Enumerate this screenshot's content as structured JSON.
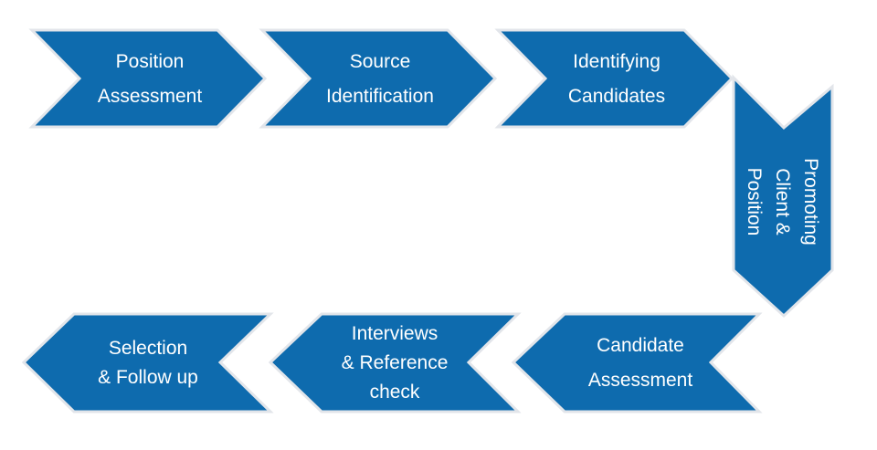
{
  "diagram": {
    "fill_color": "#0E6BAE",
    "border_color": "#E2E5EA",
    "text_color": "#FFFFFF",
    "steps": [
      {
        "id": "position-assessment",
        "lines": [
          "Position",
          "Assessment"
        ]
      },
      {
        "id": "source-identification",
        "lines": [
          "Source",
          "Identification"
        ]
      },
      {
        "id": "identifying-candidates",
        "lines": [
          "Identifying",
          "Candidates"
        ]
      },
      {
        "id": "promoting-client-position",
        "lines": [
          "Promoting",
          "Client &",
          "Position"
        ]
      },
      {
        "id": "candidate-assessment",
        "lines": [
          "Candidate",
          "Assessment"
        ]
      },
      {
        "id": "interviews-reference-check",
        "lines": [
          "Interviews",
          "& Reference",
          "check"
        ]
      },
      {
        "id": "selection-follow-up",
        "lines": [
          "Selection",
          "& Follow up"
        ]
      }
    ]
  }
}
